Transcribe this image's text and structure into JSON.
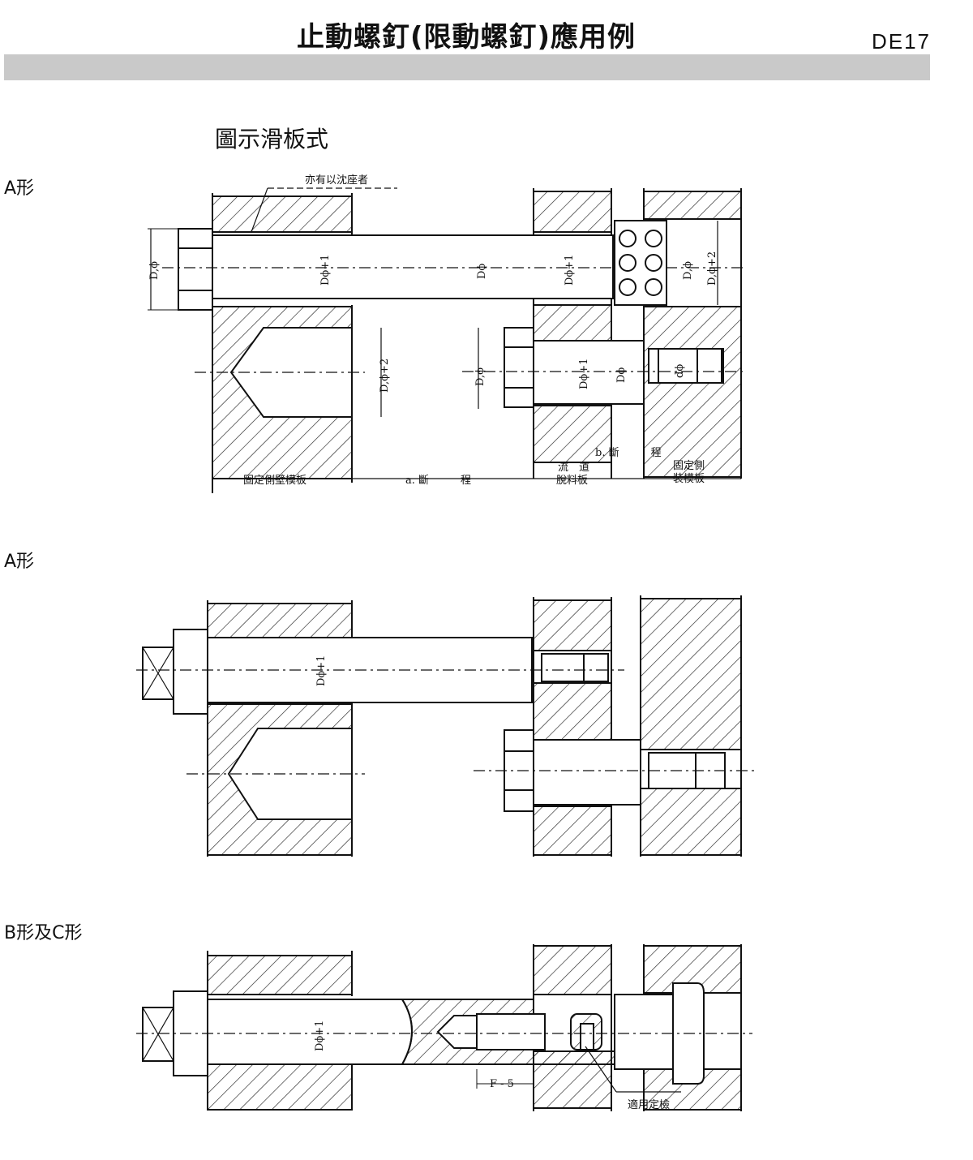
{
  "header": {
    "title": "止動螺釘(限動螺釘)應用例",
    "code": "DE17"
  },
  "section": {
    "subtitle": "圖示滑板式"
  },
  "figures": [
    {
      "label": "A形",
      "annotations": {
        "bolt_callout": "亦有以沈座者",
        "dim_d1": "D,ϕ",
        "dim_d1_plus_1": "Dϕ+1",
        "dim_d": "Dϕ",
        "dim_d1_plus_1_b": "Dϕ+1",
        "dim_nut_d": "D,ϕ",
        "dim_nut_d_plus_2": "D,ϕ+2",
        "dim_left_plus_2": "D,ϕ+2",
        "dim_lower_d1": "D,ϕ",
        "dim_lower_plus_1": "Dϕ+1",
        "dim_lower_d": "Dϕ",
        "dim_thread": "dϕ",
        "b_break": "b. 斷　　　程",
        "left_plate": "固定側壁模板",
        "a_break": "a. 斷　　　程",
        "mid_plate_1": "流　道",
        "mid_plate_2": "脫料板",
        "right_plate_1": "固定側",
        "right_plate_2": "裝模板"
      }
    },
    {
      "label": "A形",
      "annotations": {
        "dim_d1_plus_1": "Dϕ+1"
      }
    },
    {
      "label": "B形及C形",
      "annotations": {
        "dim_d1_plus_1": "Dϕ+1",
        "dim_f": "F - 5",
        "callout": "適用定檢"
      }
    }
  ]
}
